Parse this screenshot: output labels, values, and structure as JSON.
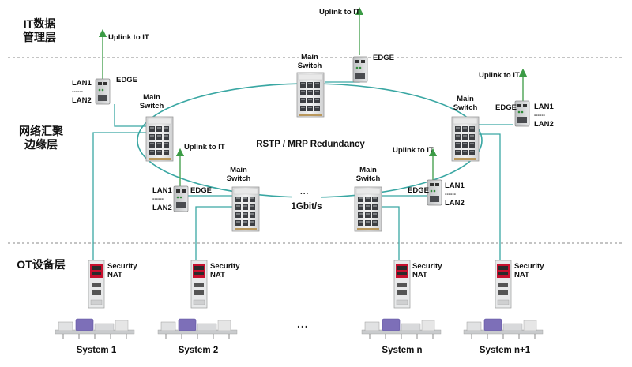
{
  "zones": {
    "it_layer": {
      "line1": "IT数据",
      "line2": "管理层"
    },
    "aggregation_layer": {
      "line1": "网络汇聚",
      "line2": "边缘层"
    },
    "ot_layer": {
      "label": "OT设备层"
    }
  },
  "ring": {
    "protocol_label": "RSTP / MRP Redundancy",
    "speed_label": "1Gbit/s"
  },
  "labels": {
    "main_switch": "Main\nSwitch",
    "edge": "EDGE",
    "uplink": "Uplink to IT",
    "lan1": "LAN1",
    "lan_sep": "------",
    "lan2": "LAN2",
    "security": "Security\nNAT",
    "ellipsis": "...",
    "ring_gap": "..."
  },
  "systems": [
    "System 1",
    "System 2",
    "System n",
    "System n+1"
  ],
  "colors": {
    "ring": "#3aa7a3",
    "uplink": "#3b9b45",
    "dashed": "#888888",
    "security_red": "#c8102e"
  }
}
